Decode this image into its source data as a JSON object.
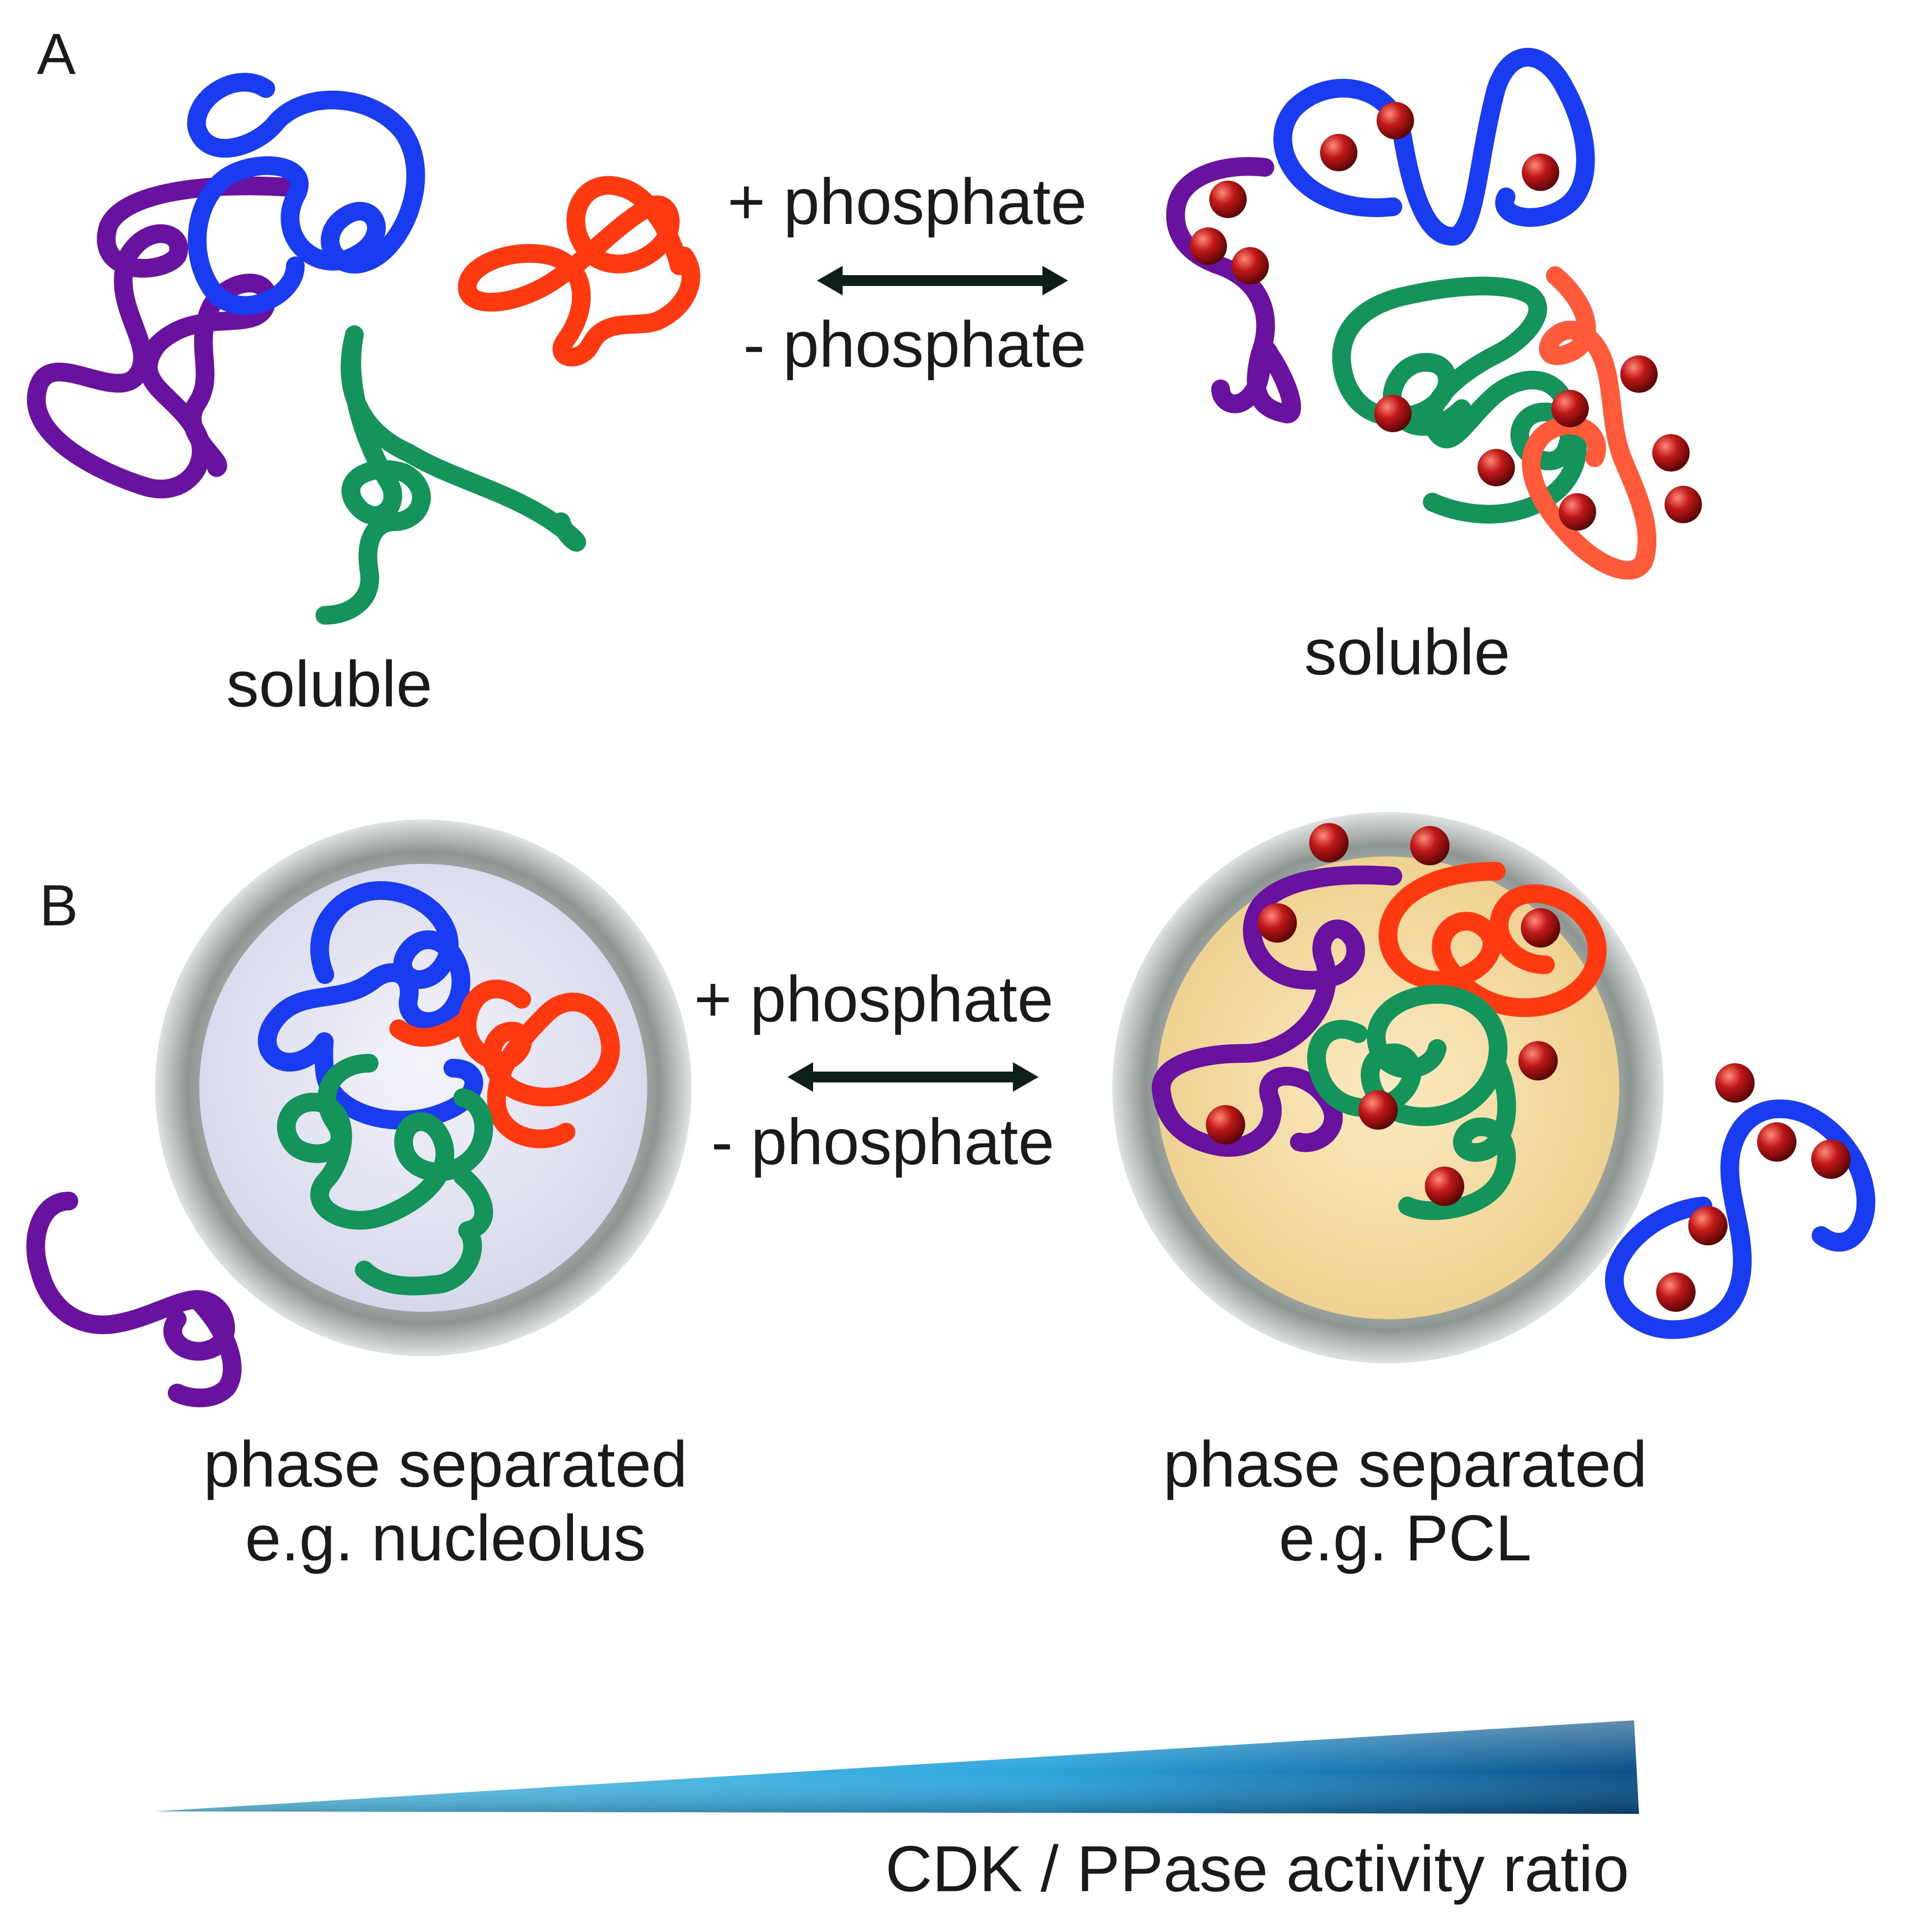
{
  "panels": {
    "a": {
      "letter": "A",
      "plus_label": "+ phosphate",
      "minus_label": "- phosphate",
      "left_caption": "soluble",
      "right_caption": "soluble"
    },
    "b": {
      "letter": "B",
      "plus_label": "+ phosphate",
      "minus_label": "- phosphate",
      "left_caption_line1": "phase separated",
      "left_caption_line2": "e.g. nucleolus",
      "right_caption_line1": "phase separated",
      "right_caption_line2": "e.g. PCL"
    }
  },
  "gradient_caption": "CDK / PPase activity ratio",
  "colors": {
    "blue": "#1a3cf0",
    "purple": "#6a12a0",
    "red_orange": "#ff3a10",
    "green": "#14945a",
    "phosphate": "#c01818",
    "arrow": "#0e1f18",
    "droplet_ring": "#9aa29e",
    "nucleolus_fill": "#e6e6f4",
    "pcl_fill": "#f4dca6",
    "wedge": "#29a6dc"
  },
  "icons": [
    "phosphate-bead-icon",
    "double-headed-arrow-icon",
    "gradient-wedge-icon"
  ]
}
